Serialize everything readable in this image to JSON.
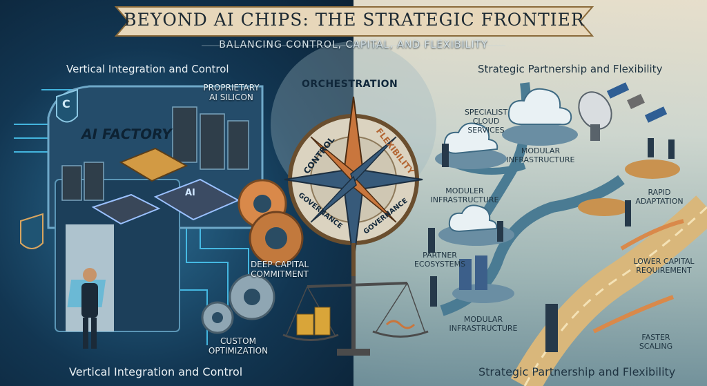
{
  "title": "BEYOND AI CHIPS: THE STRATEGIC FRONTIER",
  "subtitle": "BALANCING CONTROL, CAPITAL, AND FLEXIBILITY",
  "sections": {
    "top_left": "Vertical Integration and Control",
    "top_right": "Strategic Partnership and Flexibility",
    "bottom_left": "Vertical  Integration and Control",
    "bottom_right": "Strategic Partnership and Flexibility"
  },
  "left_labels": {
    "proprietary_1": "PROPRIETARY",
    "proprietary_2": "AI SILICON",
    "factory": "AI FACTORY",
    "chip_label": "AI",
    "capital_1": "DEEP CAPITAL",
    "capital_2": "COMMITMENT",
    "custom_1": "CUSTOM",
    "custom_2": "OPTIMIZATION",
    "shield": "C"
  },
  "center_labels": {
    "orchestration": "ORCHESTRATION",
    "control": "CONTROL",
    "flexibility": "FLEXIBILITY",
    "governance_left": "GOVERNANCE",
    "governance_right": "GOVERNANCE"
  },
  "right_labels": {
    "specialist_1": "SPECIALIST",
    "specialist_2": "CLOUD",
    "specialist_3": "SERVICES",
    "modular_top_1": "MODULAR",
    "modular_top_2": "INFRASTRUCTURE",
    "moduler_1": "MODULER",
    "moduler_2": "INFRASTRUCTURE",
    "rapid_1": "RAPID",
    "rapid_2": "ADAPTATION",
    "partner_1": "PARTNER",
    "partner_2": "ECOSYSTEMS",
    "lower_1": "LOWER CAPITAL",
    "lower_2": "REQUIREMENT",
    "modular_bot_1": "MODULAR",
    "modular_bot_2": "INFRASTRUCTURE",
    "faster_1": "FASTER",
    "faster_2": "SCALING"
  },
  "colors": {
    "left_panel": "#123652",
    "right_panel": "#cfd7cf",
    "accent_orange": "#d9894a",
    "banner": "#e7d7ba",
    "road": "#d9b77b"
  }
}
